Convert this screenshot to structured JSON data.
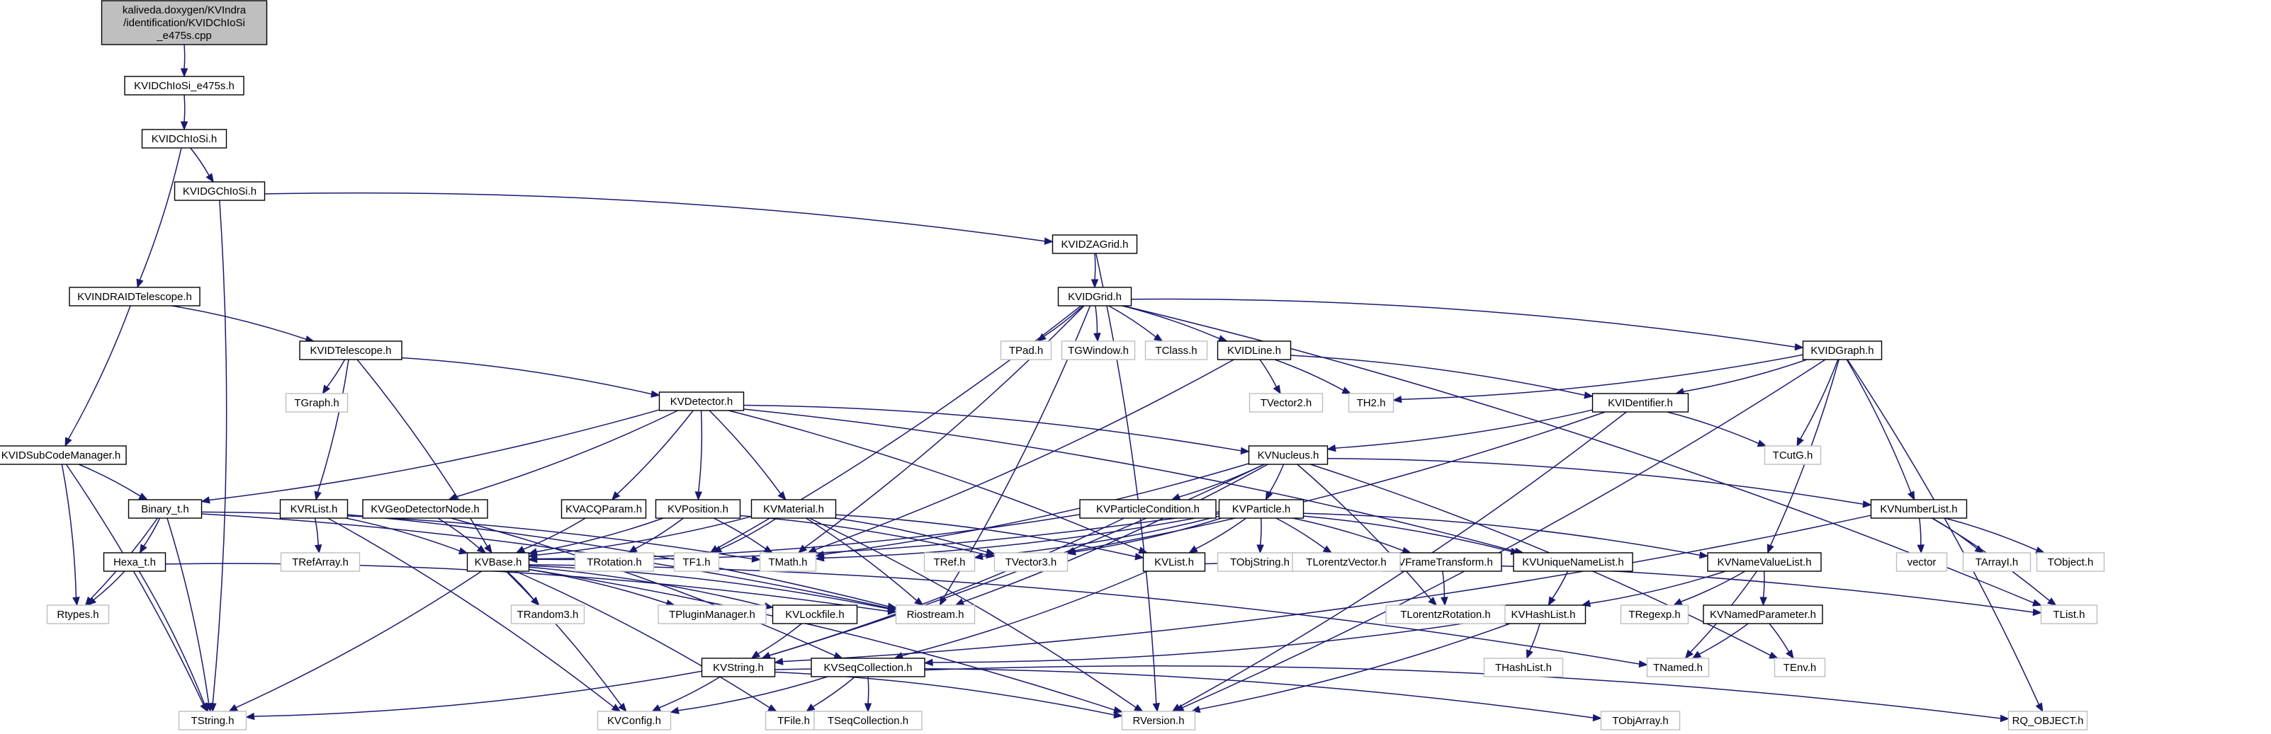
{
  "colors": {
    "edge": "#191970",
    "node_border": "#000000",
    "node_border_external": "#bfbfbf",
    "node_fill": "#ffffff",
    "root_fill": "#bfbfbf",
    "text": "#000000",
    "text_external": "#000000"
  },
  "nodes": [
    {
      "id": "root",
      "lines": [
        "kaliveda.doxygen/KVIndra",
        "/identification/KVIDChIoSi",
        "_e475s.cpp"
      ],
      "kind": "root"
    },
    {
      "id": "n_e475s",
      "lines": [
        "KVIDChIoSi_e475s.h"
      ],
      "kind": "doc"
    },
    {
      "id": "n_chiosi",
      "lines": [
        "KVIDChIoSi.h"
      ],
      "kind": "doc"
    },
    {
      "id": "n_gchiosi",
      "lines": [
        "KVIDGChIoSi.h"
      ],
      "kind": "doc"
    },
    {
      "id": "n_zagrid",
      "lines": [
        "KVIDZAGrid.h"
      ],
      "kind": "doc"
    },
    {
      "id": "n_indratel",
      "lines": [
        "KVINDRAIDTelescope.h"
      ],
      "kind": "doc"
    },
    {
      "id": "n_idgrid",
      "lines": [
        "KVIDGrid.h"
      ],
      "kind": "doc"
    },
    {
      "id": "n_idtel",
      "lines": [
        "KVIDTelescope.h"
      ],
      "kind": "doc"
    },
    {
      "id": "n_idline",
      "lines": [
        "KVIDLine.h"
      ],
      "kind": "doc"
    },
    {
      "id": "n_idgraph",
      "lines": [
        "KVIDGraph.h"
      ],
      "kind": "doc"
    },
    {
      "id": "n_subcode",
      "lines": [
        "KVIDSubCodeManager.h"
      ],
      "kind": "doc"
    },
    {
      "id": "n_detector",
      "lines": [
        "KVDetector.h"
      ],
      "kind": "doc"
    },
    {
      "id": "n_identifier",
      "lines": [
        "KVIDentifier.h"
      ],
      "kind": "doc"
    },
    {
      "id": "n_nucleus",
      "lines": [
        "KVNucleus.h"
      ],
      "kind": "doc"
    },
    {
      "id": "n_binary",
      "lines": [
        "Binary_t.h"
      ],
      "kind": "doc"
    },
    {
      "id": "n_rlist",
      "lines": [
        "KVRList.h"
      ],
      "kind": "doc"
    },
    {
      "id": "n_geodet",
      "lines": [
        "KVGeoDetectorNode.h"
      ],
      "kind": "doc"
    },
    {
      "id": "n_acq",
      "lines": [
        "KVACQParam.h"
      ],
      "kind": "doc"
    },
    {
      "id": "n_position",
      "lines": [
        "KVPosition.h"
      ],
      "kind": "doc"
    },
    {
      "id": "n_material",
      "lines": [
        "KVMaterial.h"
      ],
      "kind": "doc"
    },
    {
      "id": "n_partcond",
      "lines": [
        "KVParticleCondition.h"
      ],
      "kind": "doc"
    },
    {
      "id": "n_particle",
      "lines": [
        "KVParticle.h"
      ],
      "kind": "doc"
    },
    {
      "id": "n_numlist",
      "lines": [
        "KVNumberList.h"
      ],
      "kind": "doc"
    },
    {
      "id": "n_hexa",
      "lines": [
        "Hexa_t.h"
      ],
      "kind": "doc"
    },
    {
      "id": "n_base",
      "lines": [
        "KVBase.h"
      ],
      "kind": "doc"
    },
    {
      "id": "n_kvlist",
      "lines": [
        "KVList.h"
      ],
      "kind": "doc"
    },
    {
      "id": "n_frametrans",
      "lines": [
        "KVFrameTransform.h"
      ],
      "kind": "doc"
    },
    {
      "id": "n_uniqlist",
      "lines": [
        "KVUniqueNameList.h"
      ],
      "kind": "doc"
    },
    {
      "id": "n_namevalue",
      "lines": [
        "KVNameValueList.h"
      ],
      "kind": "doc"
    },
    {
      "id": "n_lockfile",
      "lines": [
        "KVLockfile.h"
      ],
      "kind": "doc"
    },
    {
      "id": "n_hashlist",
      "lines": [
        "KVHashList.h"
      ],
      "kind": "doc"
    },
    {
      "id": "n_namedparam",
      "lines": [
        "KVNamedParameter.h"
      ],
      "kind": "doc"
    },
    {
      "id": "n_kvstring",
      "lines": [
        "KVString.h"
      ],
      "kind": "doc"
    },
    {
      "id": "n_seqcoll",
      "lines": [
        "KVSeqCollection.h"
      ],
      "kind": "doc"
    },
    {
      "id": "x_tpad",
      "lines": [
        "TPad.h"
      ],
      "kind": "ext"
    },
    {
      "id": "x_tgwindow",
      "lines": [
        "TGWindow.h"
      ],
      "kind": "ext"
    },
    {
      "id": "x_tclass",
      "lines": [
        "TClass.h"
      ],
      "kind": "ext"
    },
    {
      "id": "x_tgraph",
      "lines": [
        "TGraph.h"
      ],
      "kind": "ext"
    },
    {
      "id": "x_tvector2",
      "lines": [
        "TVector2.h"
      ],
      "kind": "ext"
    },
    {
      "id": "x_th2",
      "lines": [
        "TH2.h"
      ],
      "kind": "ext"
    },
    {
      "id": "x_tcutg",
      "lines": [
        "TCutG.h"
      ],
      "kind": "ext"
    },
    {
      "id": "x_trefarray",
      "lines": [
        "TRefArray.h"
      ],
      "kind": "ext"
    },
    {
      "id": "x_trotation",
      "lines": [
        "TRotation.h"
      ],
      "kind": "ext"
    },
    {
      "id": "x_tf1",
      "lines": [
        "TF1.h"
      ],
      "kind": "ext"
    },
    {
      "id": "x_tmath",
      "lines": [
        "TMath.h"
      ],
      "kind": "ext"
    },
    {
      "id": "x_tref",
      "lines": [
        "TRef.h"
      ],
      "kind": "ext"
    },
    {
      "id": "x_tvector3",
      "lines": [
        "TVector3.h"
      ],
      "kind": "ext"
    },
    {
      "id": "x_tobjstring",
      "lines": [
        "TObjString.h"
      ],
      "kind": "ext"
    },
    {
      "id": "x_tlorentzvector",
      "lines": [
        "TLorentzVector.h"
      ],
      "kind": "ext"
    },
    {
      "id": "x_vector",
      "lines": [
        "vector"
      ],
      "kind": "ext"
    },
    {
      "id": "x_tarrayi",
      "lines": [
        "TArrayI.h"
      ],
      "kind": "ext"
    },
    {
      "id": "x_tobject",
      "lines": [
        "TObject.h"
      ],
      "kind": "ext"
    },
    {
      "id": "x_rtypes",
      "lines": [
        "Rtypes.h"
      ],
      "kind": "ext"
    },
    {
      "id": "x_trandom3",
      "lines": [
        "TRandom3.h"
      ],
      "kind": "ext"
    },
    {
      "id": "x_tpluginmanager",
      "lines": [
        "TPluginManager.h"
      ],
      "kind": "ext"
    },
    {
      "id": "x_riostream",
      "lines": [
        "Riostream.h"
      ],
      "kind": "ext"
    },
    {
      "id": "x_tlorentzrotation",
      "lines": [
        "TLorentzRotation.h"
      ],
      "kind": "ext"
    },
    {
      "id": "x_tregexp",
      "lines": [
        "TRegexp.h"
      ],
      "kind": "ext"
    },
    {
      "id": "x_tlist",
      "lines": [
        "TList.h"
      ],
      "kind": "ext"
    },
    {
      "id": "x_thashlist",
      "lines": [
        "THashList.h"
      ],
      "kind": "ext"
    },
    {
      "id": "x_tnamed",
      "lines": [
        "TNamed.h"
      ],
      "kind": "ext"
    },
    {
      "id": "x_tenv",
      "lines": [
        "TEnv.h"
      ],
      "kind": "ext"
    },
    {
      "id": "x_tstring",
      "lines": [
        "TString.h"
      ],
      "kind": "ext"
    },
    {
      "id": "x_kvconfig",
      "lines": [
        "KVConfig.h"
      ],
      "kind": "ext"
    },
    {
      "id": "x_tfile",
      "lines": [
        "TFile.h"
      ],
      "kind": "ext"
    },
    {
      "id": "x_tseqcollection",
      "lines": [
        "TSeqCollection.h"
      ],
      "kind": "ext"
    },
    {
      "id": "x_rversion",
      "lines": [
        "RVersion.h"
      ],
      "kind": "ext"
    },
    {
      "id": "x_tobjarray",
      "lines": [
        "TObjArray.h"
      ],
      "kind": "ext"
    },
    {
      "id": "x_rqobject",
      "lines": [
        "RQ_OBJECT.h"
      ],
      "kind": "ext"
    }
  ],
  "edges": [
    [
      "root",
      "n_e475s"
    ],
    [
      "n_e475s",
      "n_chiosi"
    ],
    [
      "n_chiosi",
      "n_gchiosi"
    ],
    [
      "n_chiosi",
      "n_indratel"
    ],
    [
      "n_gchiosi",
      "n_zagrid"
    ],
    [
      "n_gchiosi",
      "x_tstring"
    ],
    [
      "n_zagrid",
      "n_idgrid"
    ],
    [
      "n_zagrid",
      "x_rversion"
    ],
    [
      "n_indratel",
      "n_idtel"
    ],
    [
      "n_indratel",
      "n_subcode"
    ],
    [
      "n_idgrid",
      "x_tpad"
    ],
    [
      "n_idgrid",
      "x_tgwindow"
    ],
    [
      "n_idgrid",
      "x_tclass"
    ],
    [
      "n_idgrid",
      "n_idline"
    ],
    [
      "n_idgrid",
      "n_idgraph"
    ],
    [
      "n_idgrid",
      "x_tlist"
    ],
    [
      "n_idgrid",
      "x_tf1"
    ],
    [
      "n_idgrid",
      "x_tmath"
    ],
    [
      "n_idgrid",
      "x_riostream"
    ],
    [
      "n_idtel",
      "x_tgraph"
    ],
    [
      "n_idtel",
      "n_detector"
    ],
    [
      "n_idtel",
      "n_rlist"
    ],
    [
      "n_idtel",
      "n_base"
    ],
    [
      "n_idline",
      "x_tvector2"
    ],
    [
      "n_idline",
      "x_th2"
    ],
    [
      "n_idline",
      "n_identifier"
    ],
    [
      "n_idline",
      "x_tmath"
    ],
    [
      "n_idgraph",
      "x_th2"
    ],
    [
      "n_idgraph",
      "n_identifier"
    ],
    [
      "n_idgraph",
      "x_tcutg"
    ],
    [
      "n_idgraph",
      "n_namevalue"
    ],
    [
      "n_idgraph",
      "n_numlist"
    ],
    [
      "n_idgraph",
      "x_rversion"
    ],
    [
      "n_idgraph",
      "x_rqobject"
    ],
    [
      "n_identifier",
      "x_tcutg"
    ],
    [
      "n_identifier",
      "n_nucleus"
    ],
    [
      "n_identifier",
      "x_tvector3"
    ],
    [
      "n_identifier",
      "x_rversion"
    ],
    [
      "n_subcode",
      "n_binary"
    ],
    [
      "n_subcode",
      "x_rtypes"
    ],
    [
      "n_subcode",
      "x_tstring"
    ],
    [
      "n_detector",
      "n_binary"
    ],
    [
      "n_detector",
      "n_geodet"
    ],
    [
      "n_detector",
      "n_acq"
    ],
    [
      "n_detector",
      "n_position"
    ],
    [
      "n_detector",
      "n_material"
    ],
    [
      "n_detector",
      "n_nucleus"
    ],
    [
      "n_detector",
      "n_kvlist"
    ],
    [
      "n_detector",
      "n_uniqlist"
    ],
    [
      "n_nucleus",
      "n_partcond"
    ],
    [
      "n_nucleus",
      "n_particle"
    ],
    [
      "n_nucleus",
      "n_numlist"
    ],
    [
      "n_nucleus",
      "x_tmath"
    ],
    [
      "n_nucleus",
      "x_riostream"
    ],
    [
      "n_nucleus",
      "x_tenv"
    ],
    [
      "n_nucleus",
      "x_tlorentzrotation"
    ],
    [
      "n_nucleus",
      "n_kvstring"
    ],
    [
      "n_binary",
      "n_hexa"
    ],
    [
      "n_binary",
      "x_rtypes"
    ],
    [
      "n_binary",
      "x_tstring"
    ],
    [
      "n_binary",
      "x_riostream"
    ],
    [
      "n_binary",
      "x_tmath"
    ],
    [
      "n_rlist",
      "x_trefarray"
    ],
    [
      "n_rlist",
      "n_base"
    ],
    [
      "n_rlist",
      "x_riostream"
    ],
    [
      "n_rlist",
      "x_kvconfig"
    ],
    [
      "n_geodet",
      "n_base"
    ],
    [
      "n_geodet",
      "n_seqcoll"
    ],
    [
      "n_acq",
      "n_base"
    ],
    [
      "n_position",
      "x_trotation"
    ],
    [
      "n_position",
      "x_tvector3"
    ],
    [
      "n_position",
      "n_base"
    ],
    [
      "n_position",
      "x_tmath"
    ],
    [
      "n_material",
      "n_base"
    ],
    [
      "n_material",
      "x_tf1"
    ],
    [
      "n_material",
      "x_tvector3"
    ],
    [
      "n_material",
      "n_kvlist"
    ],
    [
      "n_material",
      "x_riostream"
    ],
    [
      "n_material",
      "x_rversion"
    ],
    [
      "n_partcond",
      "n_base"
    ],
    [
      "n_partcond",
      "n_kvstring"
    ],
    [
      "n_particle",
      "x_tvector3"
    ],
    [
      "n_particle",
      "x_tref"
    ],
    [
      "n_particle",
      "x_tmath"
    ],
    [
      "n_particle",
      "x_tobjstring"
    ],
    [
      "n_particle",
      "x_tlorentzvector"
    ],
    [
      "n_particle",
      "n_frametrans"
    ],
    [
      "n_particle",
      "n_kvlist"
    ],
    [
      "n_particle",
      "n_uniqlist"
    ],
    [
      "n_particle",
      "n_namevalue"
    ],
    [
      "n_particle",
      "n_base"
    ],
    [
      "n_numlist",
      "x_vector"
    ],
    [
      "n_numlist",
      "x_tarrayi"
    ],
    [
      "n_numlist",
      "x_tobject"
    ],
    [
      "n_numlist",
      "x_tlist"
    ],
    [
      "n_numlist",
      "n_kvstring"
    ],
    [
      "n_hexa",
      "x_rtypes"
    ],
    [
      "n_hexa",
      "x_tstring"
    ],
    [
      "n_hexa",
      "x_riostream"
    ],
    [
      "n_base",
      "x_trandom3"
    ],
    [
      "n_base",
      "x_tpluginmanager"
    ],
    [
      "n_base",
      "n_lockfile"
    ],
    [
      "n_base",
      "x_riostream"
    ],
    [
      "n_base",
      "x_tnamed"
    ],
    [
      "n_base",
      "x_tstring"
    ],
    [
      "n_base",
      "x_kvconfig"
    ],
    [
      "n_base",
      "x_tfile"
    ],
    [
      "n_base",
      "x_rversion"
    ],
    [
      "n_kvlist",
      "n_seqcoll"
    ],
    [
      "n_kvlist",
      "x_tlist"
    ],
    [
      "n_frametrans",
      "x_tlorentzrotation"
    ],
    [
      "n_uniqlist",
      "n_hashlist"
    ],
    [
      "n_namevalue",
      "n_namedparam"
    ],
    [
      "n_namevalue",
      "x_tregexp"
    ],
    [
      "n_namevalue",
      "x_tnamed"
    ],
    [
      "n_namevalue",
      "n_hashlist"
    ],
    [
      "n_namedparam",
      "x_tnamed"
    ],
    [
      "n_namedparam",
      "x_tenv"
    ],
    [
      "n_hashlist",
      "x_thashlist"
    ],
    [
      "n_hashlist",
      "n_seqcoll"
    ],
    [
      "n_hashlist",
      "x_rversion"
    ],
    [
      "n_lockfile",
      "n_kvstring"
    ],
    [
      "n_kvstring",
      "x_tstring"
    ],
    [
      "n_kvstring",
      "x_kvconfig"
    ],
    [
      "n_kvstring",
      "x_tobjarray"
    ],
    [
      "n_kvstring",
      "x_rversion"
    ],
    [
      "n_seqcoll",
      "x_tseqcollection"
    ],
    [
      "n_seqcoll",
      "x_kvconfig"
    ],
    [
      "n_seqcoll",
      "x_tfile"
    ],
    [
      "n_seqcoll",
      "x_rqobject"
    ]
  ]
}
